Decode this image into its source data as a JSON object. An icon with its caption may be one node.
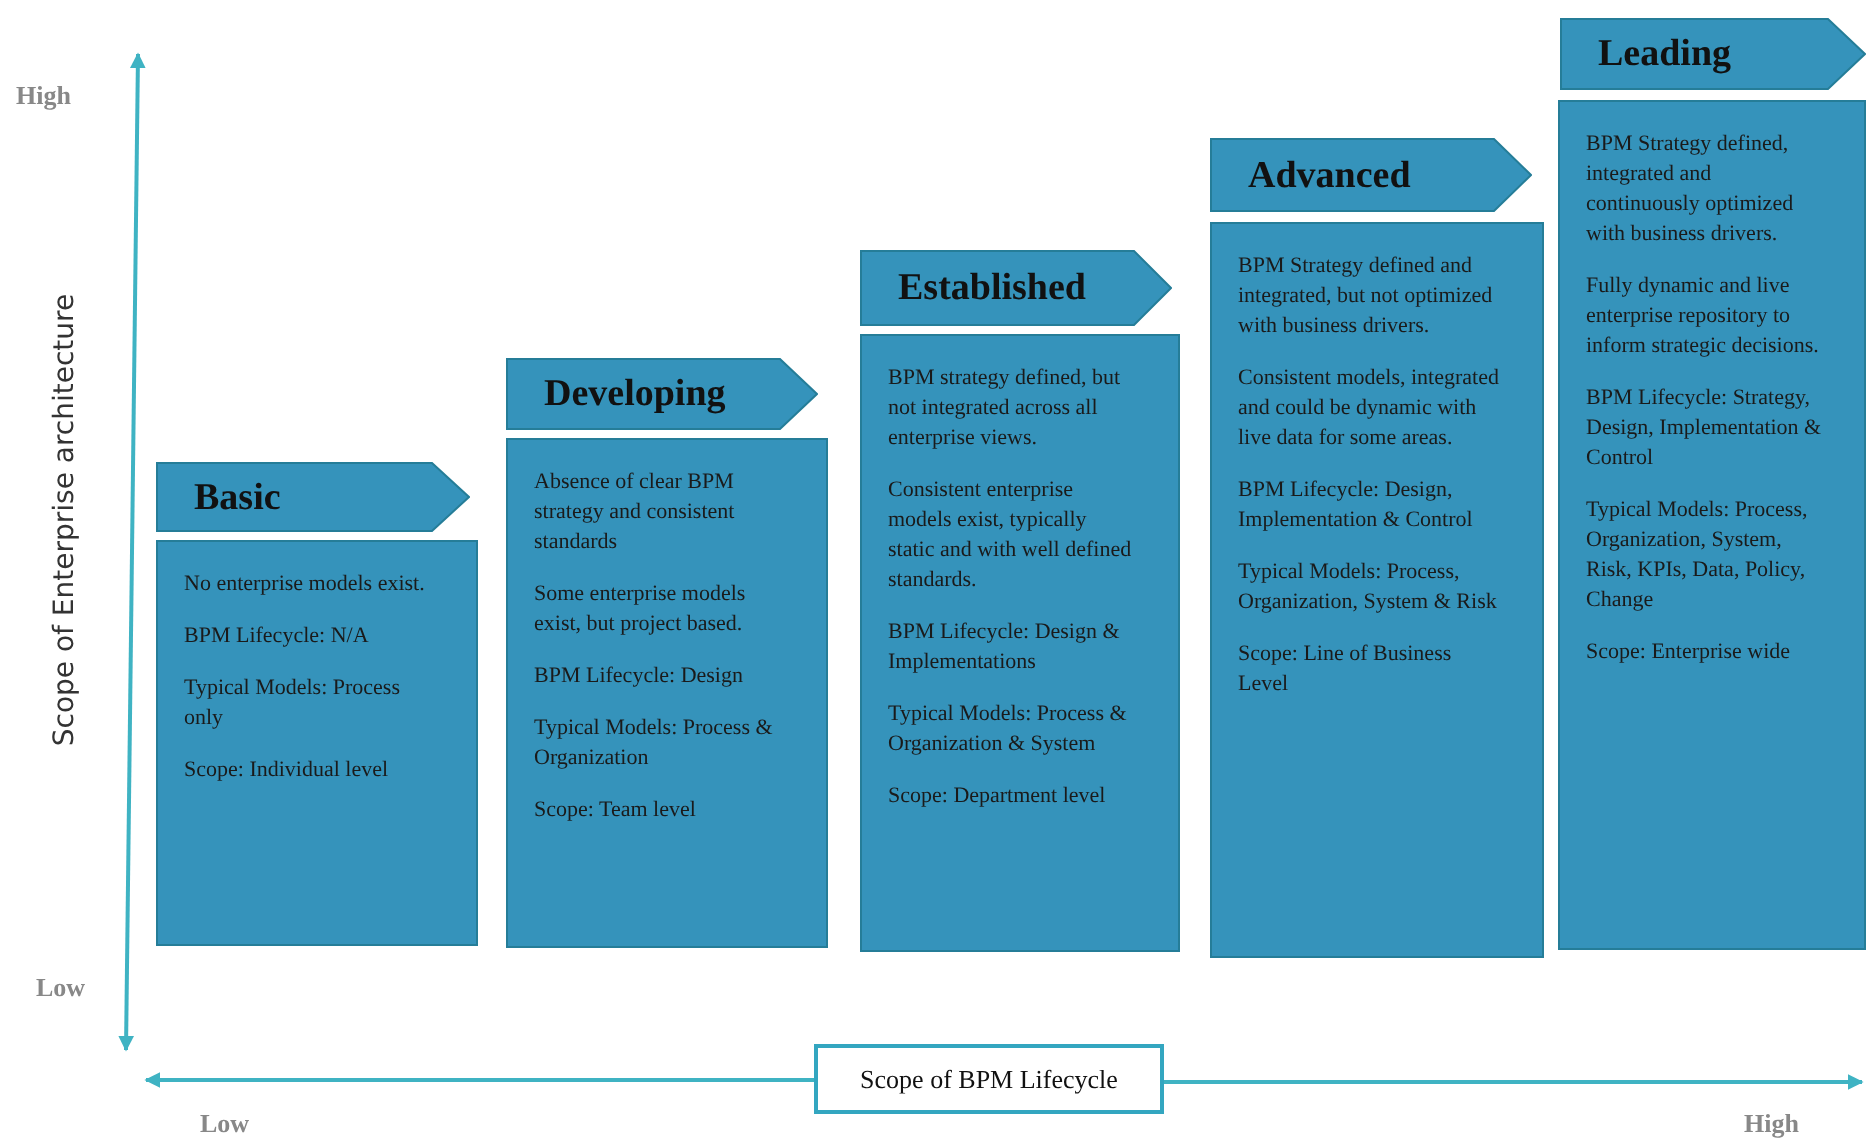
{
  "diagram": {
    "nodes": [
      {
        "text": [
          "Basic"
        ]
      },
      {
        "text": [
          "No enterprise models exist.",
          "BPM Lifecycle: N/A",
          "Typical Models: Process only",
          "Scope:  Individual level"
        ]
      },
      {
        "text": [
          "Developing"
        ]
      },
      {
        "text": [
          "Absence of clear BPM strategy and consistent standards",
          "Some enterprise models exist, but project based.",
          "BPM Lifecycle: Design",
          "Typical Models: Process & Organization",
          "Scope:  Team level"
        ]
      },
      {
        "text": [
          "Established"
        ]
      },
      {
        "text": [
          "BPM strategy defined, but not integrated across all enterprise views.",
          "Consistent enterprise models exist, typically static and with well defined standards.",
          "BPM Lifecycle: Design & Implementations",
          "Typical Models: Process & Organization & System",
          "Scope: Department level"
        ]
      },
      {
        "text": [
          "Advanced"
        ]
      },
      {
        "text": [
          "BPM Strategy defined and integrated, but not optimized with business drivers.",
          "Consistent models, integrated and could be dynamic with live data for some areas.",
          "BPM Lifecycle: Design, Implementation & Control",
          "Typical Models: Process, Organization, System & Risk",
          "Scope: Line of Business Level"
        ]
      },
      {
        "text": [
          "Leading"
        ]
      },
      {
        "text": [
          "BPM Strategy defined, integrated and continuously optimized with business drivers.",
          "Fully dynamic and live enterprise repository to inform strategic decisions.",
          "BPM Lifecycle: Strategy, Design, Implementation & Control",
          "Typical Models: Process, Organization, System, Risk, KPIs, Data, Policy, Change",
          "Scope: Enterprise wide"
        ]
      },
      {
        "text": [
          "Scope of BPM Lifecycle"
        ]
      }
    ],
    "labels": [
      "High",
      "Scope of Enterprise architecture",
      "Low",
      "Low",
      "High"
    ]
  }
}
